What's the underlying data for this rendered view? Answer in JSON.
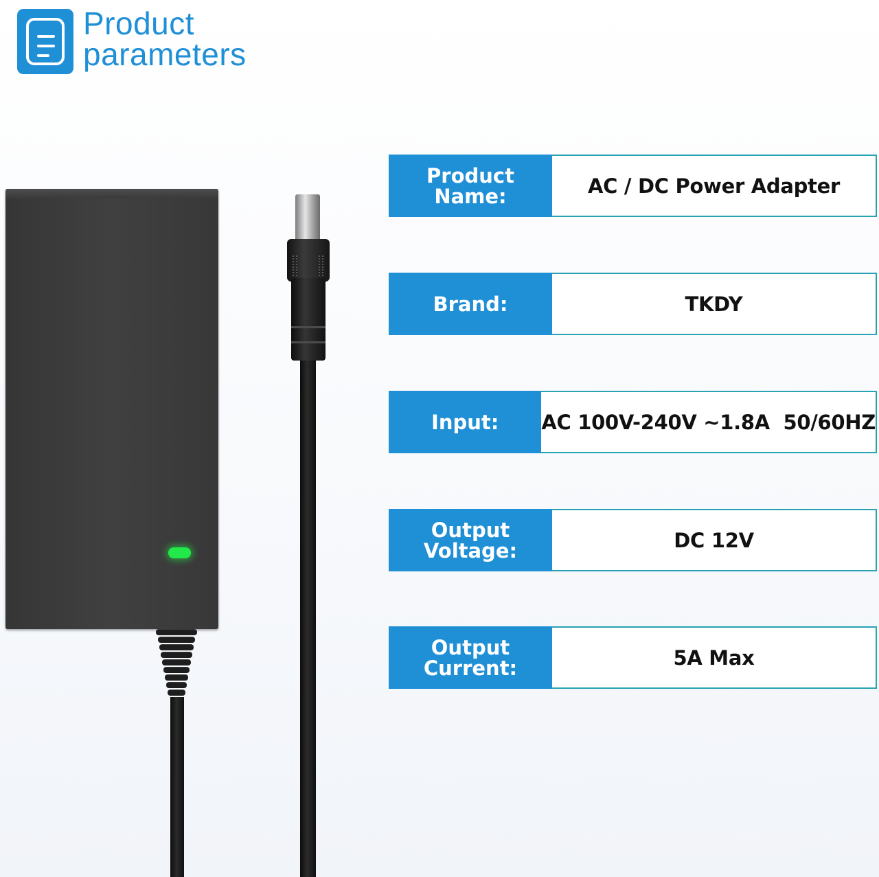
{
  "header": {
    "icon": "document-list-icon",
    "title_line1": "Product",
    "title_line2": "parameters",
    "accent_color": "#1f8fd6"
  },
  "product_image": {
    "led_color": "#23e84a"
  },
  "parameters": [
    {
      "label": "Product\nName:",
      "value": "AC / DC Power Adapter"
    },
    {
      "label": "Brand:",
      "value": "TKDY"
    },
    {
      "label": "Input:",
      "value": "AC 100V-240V ~1.8A  50/60HZ"
    },
    {
      "label": "Output\nVoltage:",
      "value": "DC 12V"
    },
    {
      "label": "Output\nCurrent:",
      "value": "5A Max"
    }
  ],
  "colors": {
    "label_bg": "#1f8fd6",
    "row_border": "#27a3b4"
  }
}
